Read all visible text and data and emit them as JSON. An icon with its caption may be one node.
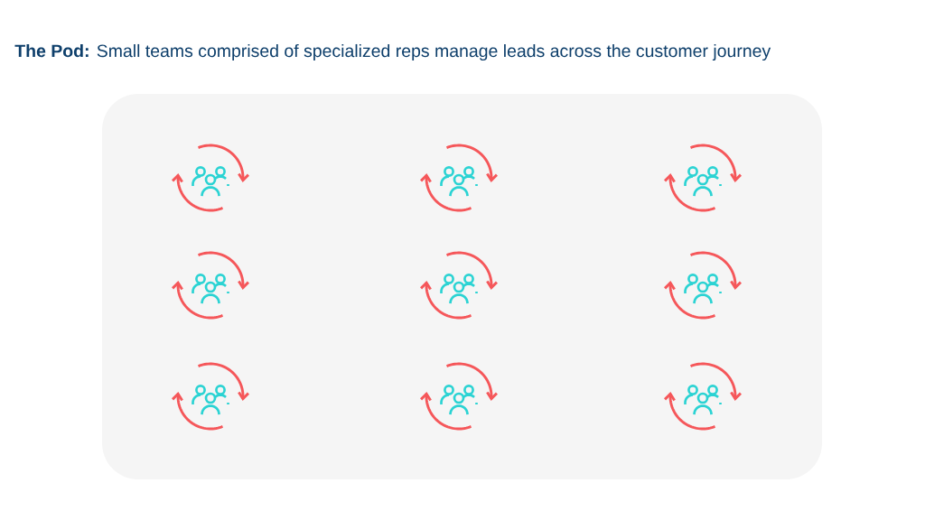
{
  "diagram": {
    "title": "**The Pod:** Small teams comprised of specialized reps manage leads across the customer journey",
    "nodes": [
      {
        "text": [],
        "shape": "box"
      },
      {
        "text": [],
        "shape": "picture",
        "in": 0
      },
      {
        "text": [],
        "shape": "picture",
        "in": 0
      },
      {
        "text": [],
        "shape": "picture",
        "in": 0
      },
      {
        "text": [],
        "shape": "picture",
        "in": 0
      },
      {
        "text": [],
        "shape": "picture",
        "in": 0
      },
      {
        "text": [],
        "shape": "picture",
        "in": 0
      },
      {
        "text": [],
        "shape": "picture",
        "in": 0
      },
      {
        "text": [],
        "shape": "picture",
        "in": 0
      },
      {
        "text": [],
        "shape": "picture",
        "in": 0
      }
    ]
  }
}
